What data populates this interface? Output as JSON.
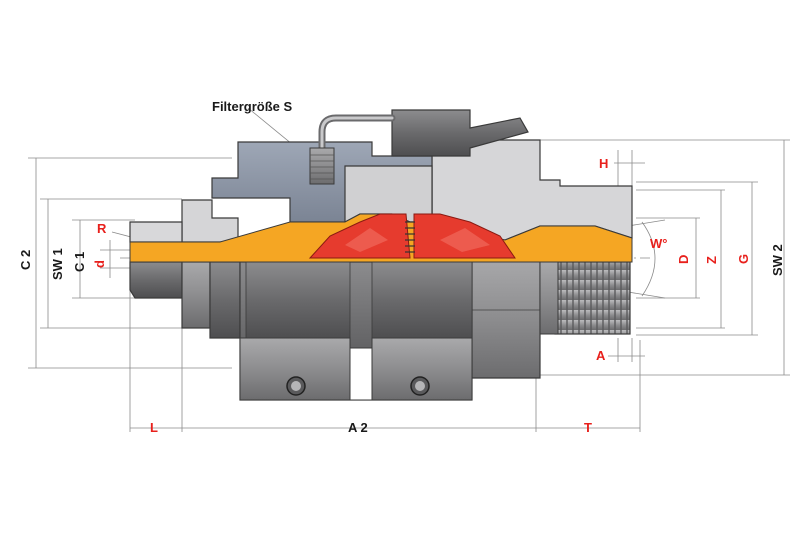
{
  "labels": {
    "filter": "Filtergröße S",
    "H": "H",
    "R": "R",
    "C2": "C 2",
    "SW1": "SW 1",
    "C1": "C 1",
    "d": "d",
    "W": "W°",
    "D": "D",
    "Z": "Z",
    "G": "G",
    "SW2": "SW 2",
    "A": "A",
    "L": "L",
    "A2": "A 2",
    "T": "T"
  },
  "colors": {
    "accent_label": "#e8201c",
    "dark_label": "#1a1a1a",
    "flow_orange": "#f5a623",
    "valve_red": "#e63b2e",
    "body_light": "#d9d9db",
    "body_blue": "#8a93a3",
    "body_dark": "#6f6f72",
    "body_mid": "#9c9c9e"
  }
}
